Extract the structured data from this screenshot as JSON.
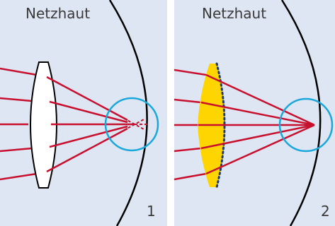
{
  "colors": {
    "background": "#dde6f2",
    "ray": "#c8102e",
    "retina": "#000000",
    "focus_circle": "#1aa7dc",
    "lens_panel_1": "#ffffff",
    "lens_panel_2": "#ffd500",
    "correction_line": "#1f3a78"
  },
  "panels": [
    {
      "title": "Netzhaut",
      "number": "1",
      "lens_icon": "biconvex-lens-white",
      "ray_focus": "behind-retina"
    },
    {
      "title": "Netzhaut",
      "number": "2",
      "lens_icon": "yellow-lens-with-dotted-outline",
      "ray_focus": "on-retina"
    }
  ]
}
